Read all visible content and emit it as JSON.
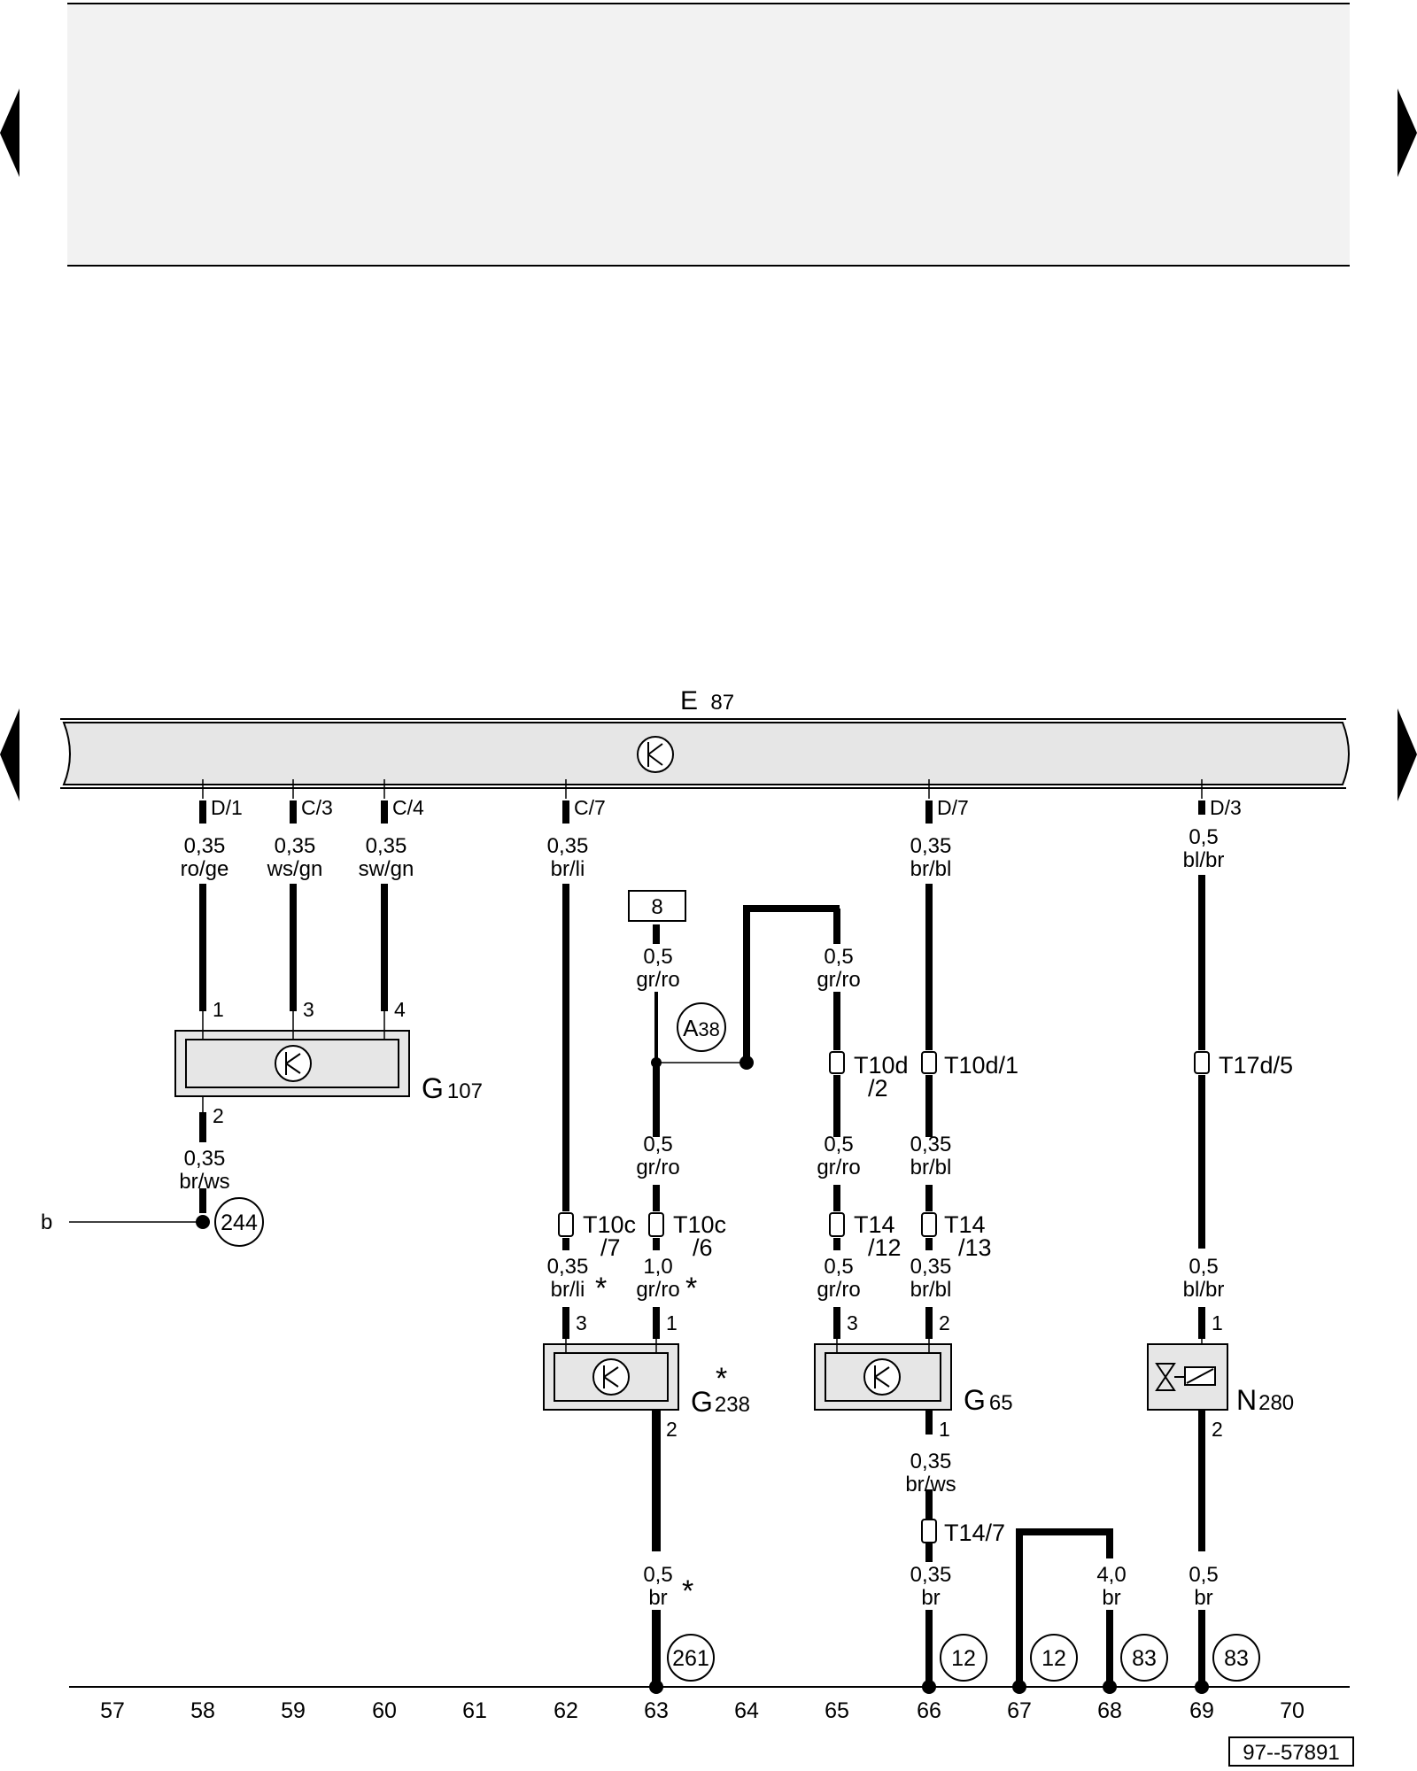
{
  "header_box": {
    "text": ""
  },
  "control_unit": {
    "name": "E",
    "sub": "87"
  },
  "components": [
    {
      "id": "g107",
      "name": "G",
      "sub": "107",
      "star": ""
    },
    {
      "id": "g238",
      "name": "G",
      "sub": "238",
      "star": "*"
    },
    {
      "id": "g65",
      "name": "G",
      "sub": "65",
      "star": ""
    },
    {
      "id": "n280",
      "name": "N",
      "sub": "280",
      "star": ""
    }
  ],
  "pin_labels": {
    "d1": "D/1",
    "c3": "C/3",
    "c4": "C/4",
    "c7": "C/7",
    "d7": "D/7",
    "d3": "D/3",
    "g107_1": "1",
    "g107_3": "3",
    "g107_4": "4",
    "g107_2": "2",
    "g238_3": "3",
    "g238_1": "1",
    "g238_2": "2",
    "g65_3": "3",
    "g65_2": "2",
    "g65_1": "1",
    "n280_1": "1",
    "n280_2": "2"
  },
  "wire_labels": [
    {
      "size": "0,35",
      "color": "ro/ge"
    },
    {
      "size": "0,35",
      "color": "ws/gn"
    },
    {
      "size": "0,35",
      "color": "sw/gn"
    },
    {
      "size": "0,35",
      "color": "br/li"
    },
    {
      "size": "0,35",
      "color": "br/bl"
    },
    {
      "size": "0,5",
      "color": "bl/br"
    },
    {
      "size": "0,5",
      "color": "gr/ro"
    },
    {
      "size": "0,5",
      "color": "gr/ro"
    },
    {
      "size": "0,35",
      "color": "br/ws"
    },
    {
      "size": "0,5",
      "color": "gr/ro"
    },
    {
      "size": "0,5",
      "color": "gr/ro"
    },
    {
      "size": "0,35",
      "color": "br/bl"
    },
    {
      "size": "0,35",
      "color": "br/li"
    },
    {
      "size": "1,0",
      "color": "gr/ro"
    },
    {
      "size": "0,5",
      "color": "gr/ro"
    },
    {
      "size": "0,35",
      "color": "br/bl"
    },
    {
      "size": "0,5",
      "color": "bl/br"
    },
    {
      "size": "0,35",
      "color": "br/ws"
    },
    {
      "size": "0,5",
      "color": "br"
    },
    {
      "size": "0,35",
      "color": "br"
    },
    {
      "size": "4,0",
      "color": "br"
    },
    {
      "size": "0,5",
      "color": "br"
    }
  ],
  "stars": [
    "*",
    "*",
    "*"
  ],
  "connectors": [
    {
      "main": "T10d",
      "sub": "/2"
    },
    {
      "main": "T10d/1",
      "sub": ""
    },
    {
      "main": "T17d/5",
      "sub": ""
    },
    {
      "main": "T10c",
      "sub": "/7"
    },
    {
      "main": "T10c",
      "sub": "/6"
    },
    {
      "main": "T14",
      "sub": "/12"
    },
    {
      "main": "T14",
      "sub": "/13"
    },
    {
      "main": "T14/7",
      "sub": ""
    }
  ],
  "fuse_box_label": "8",
  "ground_refs": [
    "261",
    "12",
    "12",
    "83",
    "83"
  ],
  "splice_ref": {
    "letter": "A",
    "number": "38"
  },
  "ref_244": "244",
  "wire_b_label": "b",
  "bottom_scale": [
    "57",
    "58",
    "59",
    "60",
    "61",
    "62",
    "63",
    "64",
    "65",
    "66",
    "67",
    "68",
    "69",
    "70"
  ],
  "diagram_id": "97--57891"
}
